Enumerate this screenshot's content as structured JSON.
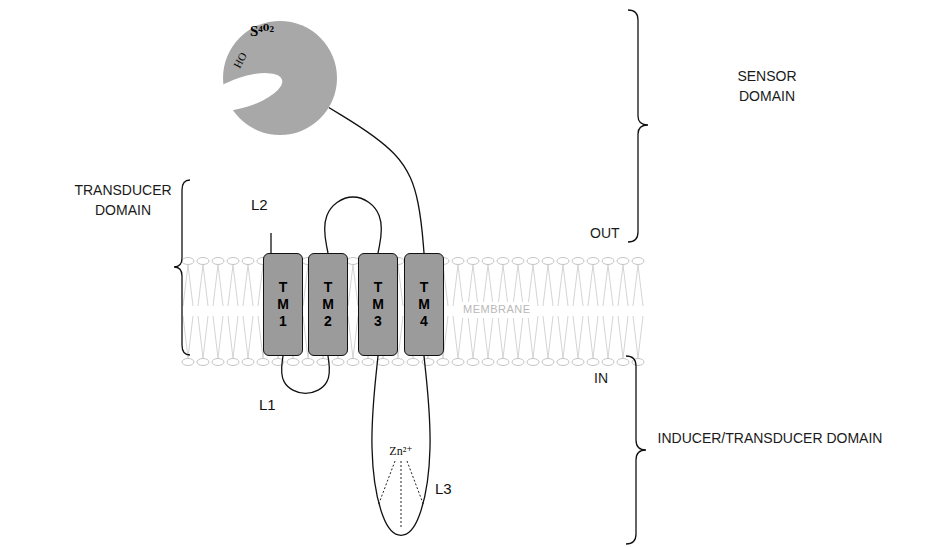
{
  "diagram": {
    "nodes": [
      {
        "text": [
          "S⁴⁰²",
          "HO"
        ]
      },
      {
        "text": [
          "T M 1"
        ]
      },
      {
        "text": [
          "T M 2"
        ]
      },
      {
        "text": [
          "T M 3"
        ]
      },
      {
        "text": [
          "T M 4"
        ]
      }
    ],
    "edges": [
      {
        "from": 1,
        "to": 2,
        "arrow": "none",
        "label": "L1"
      },
      {
        "from": 2,
        "to": 3,
        "arrow": "none",
        "label": "L2"
      },
      {
        "from": 3,
        "to": 4,
        "arrow": "none",
        "label": "L3"
      },
      {
        "from": 4,
        "to": 0,
        "arrow": "none"
      }
    ],
    "labels": [
      "TRANSDUCER DOMAIN",
      "SENSOR DOMAIN",
      "OUT",
      "MEMBRANE",
      "IN",
      "INDUCER/TRANSDUCER DOMAIN",
      "Zn²⁺"
    ]
  }
}
